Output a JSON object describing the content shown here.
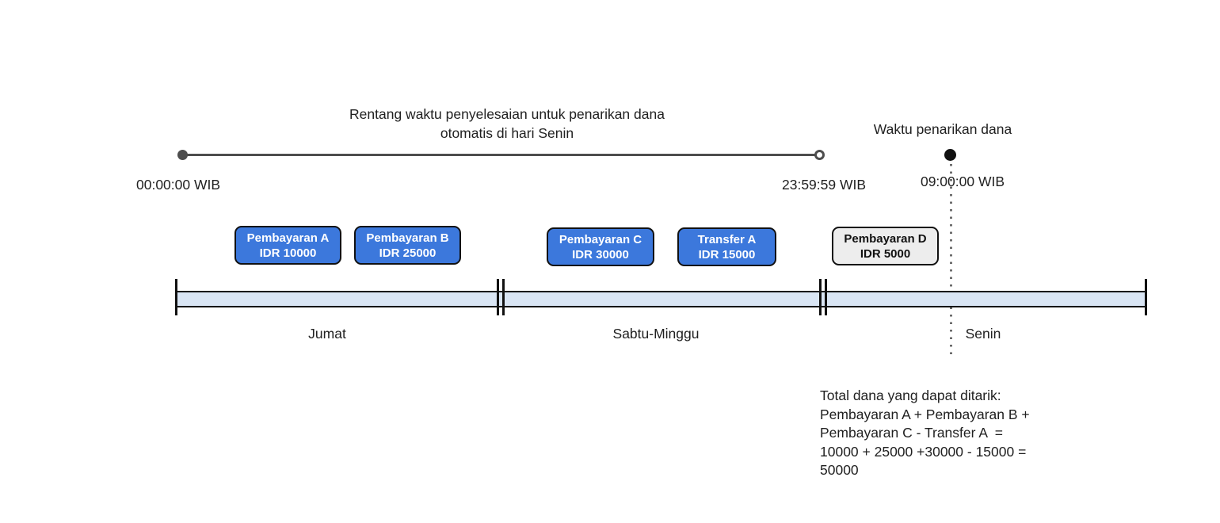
{
  "colors": {
    "payment_blue": "#3c78dc",
    "payment_gray": "#ededed",
    "bar_fill": "#d9e5f4",
    "range_line_gray": "#4d4d4d",
    "text": "#212121"
  },
  "settlement_range": {
    "label_line1": "Rentang waktu penyelesaian untuk penarikan dana",
    "label_line2": "otomatis di hari Senin",
    "start_time": "00:00:00 WIB",
    "end_time": "23:59:59 WIB"
  },
  "withdrawal": {
    "label": "Waktu penarikan dana",
    "time": "09:00:00 WIB"
  },
  "payments": [
    {
      "name": "Pembayaran A",
      "amount": "IDR 10000",
      "style": "blue"
    },
    {
      "name": "Pembayaran B",
      "amount": "IDR 25000",
      "style": "blue"
    },
    {
      "name": "Pembayaran C",
      "amount": "IDR 30000",
      "style": "blue"
    },
    {
      "name": "Transfer A",
      "amount": "IDR 15000",
      "style": "blue"
    },
    {
      "name": "Pembayaran D",
      "amount": "IDR 5000",
      "style": "gray"
    }
  ],
  "timeline": {
    "segments": [
      "Jumat",
      "Sabtu-Minggu",
      "Senin"
    ]
  },
  "total_note": {
    "lines": [
      "Total dana yang dapat ditarik:",
      "Pembayaran A + Pembayaran B +",
      "Pembayaran C - Transfer A  =",
      "10000 + 25000 +30000 - 15000 =",
      "50000"
    ]
  }
}
